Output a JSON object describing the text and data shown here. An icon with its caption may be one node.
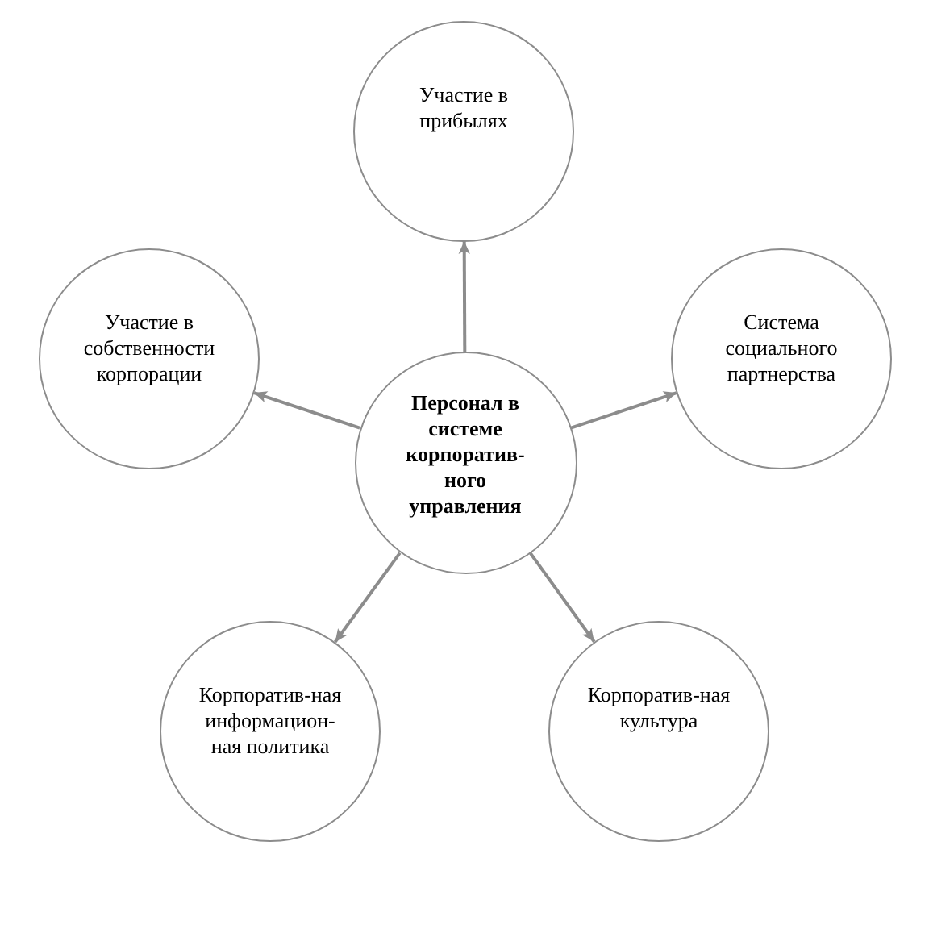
{
  "diagram": {
    "nodes": [
      {
        "text": [
          "Участие в прибылях"
        ]
      },
      {
        "text": [
          "Участие в собственности корпорации"
        ]
      },
      {
        "text": [
          "Персонал в системе корпоратив-ного управления"
        ]
      },
      {
        "text": [
          "Система социального партнерства"
        ]
      },
      {
        "text": [
          "Корпоратив-ная информацион-ная политика"
        ]
      },
      {
        "text": [
          "Корпоратив-ная культура"
        ]
      }
    ],
    "edges": [
      {
        "from": 2,
        "to": 0,
        "arrow": "to"
      },
      {
        "from": 2,
        "to": 1,
        "arrow": "to"
      },
      {
        "from": 2,
        "to": 3,
        "arrow": "to"
      },
      {
        "from": 2,
        "to": 4,
        "arrow": "to"
      },
      {
        "from": 2,
        "to": 5,
        "arrow": "to"
      }
    ]
  }
}
